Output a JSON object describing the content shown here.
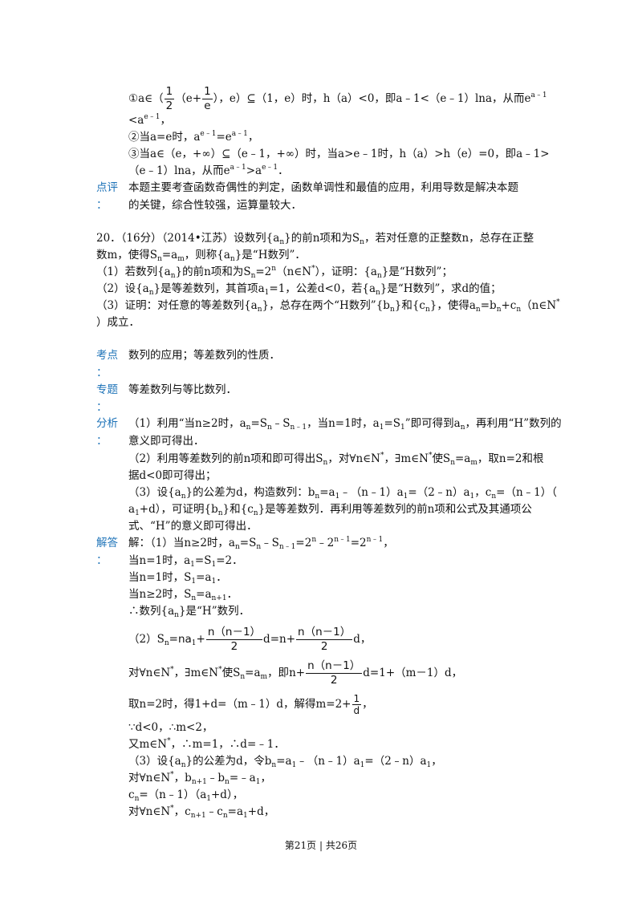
{
  "part1": {
    "l1a": "①a∈（",
    "f1n": "1",
    "f1d": "2",
    "l1b": "（e+",
    "f2n": "1",
    "f2d": "e",
    "l1c": "），e）⊆（1，e）时，h（a）<0，即a﹣1<（e﹣1）lna，从而e",
    "l1sup": "a﹣1",
    "l2": "<a",
    "l2sup": "e﹣1",
    "l2c": "，",
    "l3a": "②当a=e时，a",
    "l3sup1": "e﹣1",
    "l3b": "=e",
    "l3sup2": "a﹣1",
    "l3c": "，",
    "l4": "③当a∈（e，+∞）⊆（e﹣1，+∞）时，当a>e﹣1时，h（a）>h（e）=0，即a﹣1>",
    "l5a": "（e﹣1）lna，从而e",
    "l5sup1": "a﹣1",
    "l5b": ">a",
    "l5sup2": "e﹣1",
    "l5c": "．"
  },
  "review": {
    "tag": "点评",
    "colon": "：",
    "l1": "本题主要考查函数奇偶性的判定，函数单调性和最值的应用，利用导数是解决本题",
    "l2": "的关键，综合性较强，运算量较大．"
  },
  "q20": {
    "l1a": "20．（16分）（2014•江苏）设数列{a",
    "l1b": "}的前n项和为S",
    "l1c": "，若对任意的正整数n，总存在正整",
    "l2a": "数m，使得S",
    "l2b": "=a",
    "l2c": "，则称{a",
    "l2d": "}是“H数列”．",
    "p1a": "（1）若数列{a",
    "p1b": "}的前n项和为S",
    "p1c": "=2",
    "p1d": "（n∈N",
    "p1e": "），证明：{a",
    "p1f": "}是“H数列”；",
    "p2a": "（2）设{a",
    "p2b": "}是等差数列，其首项a",
    "p2c": "=1，公差d<0，若{a",
    "p2d": "}是“H数列”，求d的值；",
    "p3a": "（3）证明：对任意的等差数列{a",
    "p3b": "}，总存在两个“H数列”{b",
    "p3c": "}和{c",
    "p3d": "}，使得a",
    "p3e": "=b",
    "p3f": "+c",
    "p3g": "（n∈N",
    "p3h": "成立．"
  },
  "kaodian": {
    "tag": "考点",
    "text": "数列的应用；等差数列的性质．"
  },
  "zhuanti": {
    "tag": "专题",
    "text": "等差数列与等比数列．"
  },
  "fenxi": {
    "tag": "分析",
    "l1a": "（1）利用“当n≥2时，a",
    "l1b": "=S",
    "l1c": "﹣S",
    "l1d": "，当n=1时，a",
    "l1e": "=S",
    "l1f": "”即可得到a",
    "l1g": "，再利用“H”数列的",
    "l2": "意义即可得出．",
    "l3a": "（2）利用等差数列的前n项和即可得出S",
    "l3b": "，对∀n∈N",
    "l3c": "，∃m∈N",
    "l3d": "使S",
    "l3e": "=a",
    "l3f": "，取n=2和根",
    "l4": "据d<0即可得出；",
    "l5a": "（3）设{a",
    "l5b": "}的公差为d，构造数列：b",
    "l5c": "=a",
    "l5d": "﹣（n﹣1）a",
    "l5e": "=（2﹣n）a",
    "l5f": "，c",
    "l5g": "=（n﹣1）（",
    "l6a": "a",
    "l6b": "+d），可证明{b",
    "l6c": "}和{c",
    "l6d": "}是等差数列．再利用等差数列的前n项和公式及其通项公",
    "l7": "式、“H”的意义即可得出．"
  },
  "jieda": {
    "tag": "解答",
    "l1a": "解：（1）当n≥2时，a",
    "l1b": "=S",
    "l1c": "﹣S",
    "l1d": "=2",
    "l1e": "﹣2",
    "l1f": "=2",
    "l1g": "，",
    "l2a": "当n=1时，a",
    "l2b": "=S",
    "l2c": "=2．",
    "l3a": "当n=1时，S",
    "l3b": "=a",
    "l3c": "．",
    "l4a": "当n≥2时，S",
    "l4b": "=a",
    "l4c": "．",
    "l5a": "∴数列{a",
    "l5b": "}是“H”数列．",
    "l6a": "（2）S",
    "l6b": "=",
    "l6c": "na",
    "l6d": "+",
    "f3n": "n（n－1）",
    "f3d": "2",
    "l6e": "d=",
    "l6f": "n+",
    "f4n": "n（n－1）",
    "f4d": "2",
    "l6g": "d，",
    "l7a": "对∀n∈N",
    "l7b": "，∃m∈N",
    "l7c": "使S",
    "l7d": "=a",
    "l7e": "，即",
    "l7f": "n+",
    "f5n": "n（n－1）",
    "f5d": "2",
    "l7g": "d=1+（m－1）d，",
    "l8a": "取n=2时，得1+d=（m﹣1）d，解得",
    "l8b": "m=2+",
    "f6n": "1",
    "f6d": "d",
    "l8c": "，",
    "l9": "∵d<0，∴m<2，",
    "l10a": "又m∈N",
    "l10b": "，∴m=1，∴d=﹣1．",
    "l11a": "（3）设{a",
    "l11b": "}的公差为d，令b",
    "l11c": "=a",
    "l11d": "﹣（n﹣1）a",
    "l11e": "=（2﹣n）a",
    "l11f": "，",
    "l12a": "对∀n∈N",
    "l12b": "，b",
    "l12c": "﹣b",
    "l12d": "=﹣a",
    "l12e": "，",
    "l13a": "c",
    "l13b": "=（n﹣1）（a",
    "l13c": "+d），",
    "l14a": "对∀n∈N",
    "l14b": "，c",
    "l14c": "﹣c",
    "l14d": "=a",
    "l14e": "+d，"
  },
  "sym": {
    "n": "n",
    "m": "m",
    "one": "1",
    "star": "*",
    "nm1": "n﹣1",
    "np1": "n+1"
  },
  "footer": "第21页 | 共26页"
}
